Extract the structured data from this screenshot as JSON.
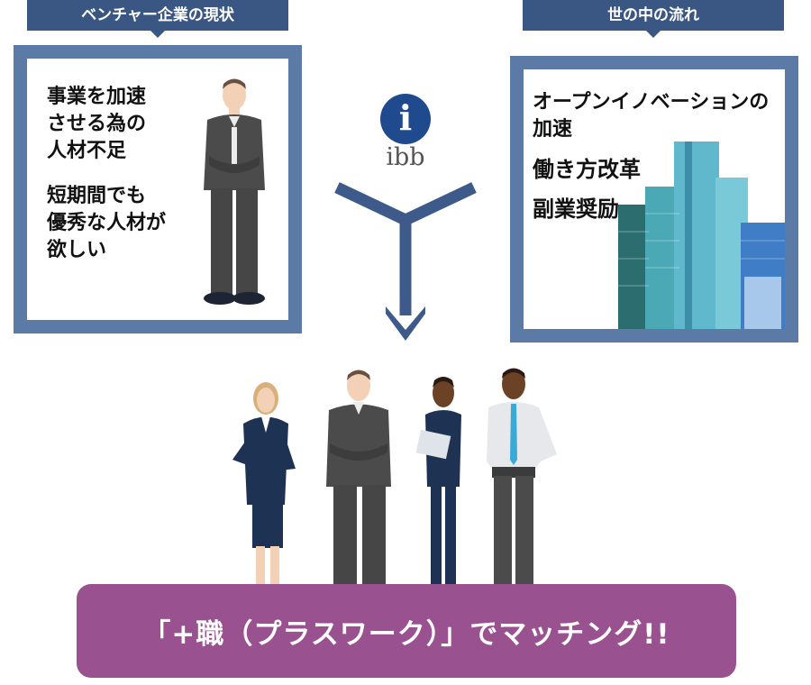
{
  "left_panel": {
    "tag": "ベンチャー企業の現状",
    "line1": "事業を加速",
    "line2": "させる為の",
    "line3": "人材不足",
    "line4": "短期間でも",
    "line5": "優秀な人材が",
    "line6": "欲しい"
  },
  "right_panel": {
    "tag": "世の中の流れ",
    "item1_line1": "オープンイノベーションの",
    "item1_line2": "加速",
    "item2": "働き方改革",
    "item3": "副業奨励"
  },
  "logo": {
    "letter": "i",
    "text": "ibb"
  },
  "banner": {
    "text": "「+職（プラスワーク）」でマッチング!!"
  },
  "colors": {
    "navy": "#3a5683",
    "frame": "#5c7aa6",
    "arrow": "#3d5a8a",
    "banner": "#9a5190",
    "suit": "#4b4b4b",
    "skin_light": "#f2d1b6",
    "skin_dark": "#6b4226"
  }
}
